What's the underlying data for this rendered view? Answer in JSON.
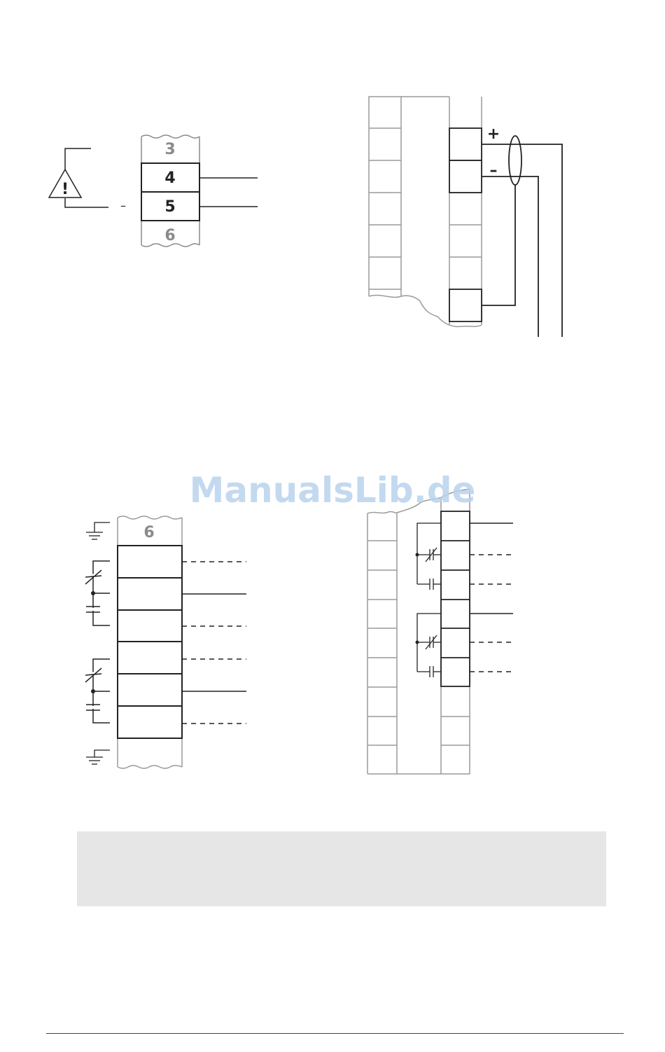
{
  "watermark": "ManualsLib.de",
  "diagram_a": {
    "terminals": [
      "3",
      "4",
      "5",
      "6"
    ],
    "minus_label": "–"
  },
  "diagram_b": {
    "plus_label": "+",
    "minus_label": "–"
  },
  "diagram_c": {
    "terminal_label": "6"
  },
  "colors": {
    "line": "#222222",
    "grey": "#8a8a8a",
    "note_box": "#e6e6e6",
    "watermark": "#b9d3ee"
  }
}
